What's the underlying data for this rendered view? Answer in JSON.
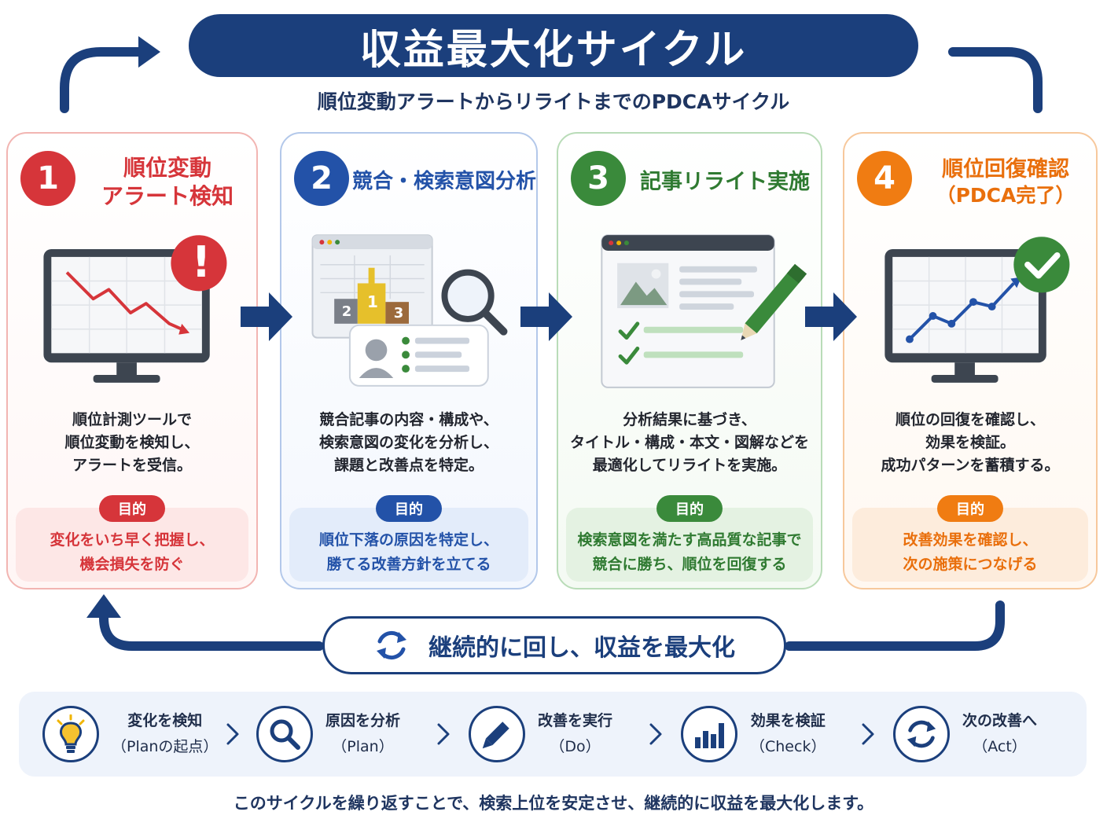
{
  "title": "収益最大化サイクル",
  "subtitle": "順位変動アラートからリライトまでのPDCAサイクル",
  "purpose_badge": "目的",
  "cards": [
    {
      "number": "1",
      "title": [
        "順位変動",
        "アラート検知"
      ],
      "icon": "alert-exclamation-icon",
      "description": [
        "順位計測ツールで",
        "順位変動を検知し、",
        "アラートを受信。"
      ],
      "purpose": [
        "変化をいち早く把握し、",
        "機会損失を防ぐ"
      ],
      "color": "#d6353a"
    },
    {
      "number": "2",
      "title": [
        "競合・検索意図分析"
      ],
      "icon": "magnifier-icon",
      "description": [
        "競合記事の内容・構成や、",
        "検索意図の変化を分析し、",
        "課題と改善点を特定。"
      ],
      "purpose": [
        "順位下落の原因を特定し、",
        "勝てる改善方針を立てる"
      ],
      "color": "#2352a8",
      "podium": [
        "1",
        "2",
        "3"
      ]
    },
    {
      "number": "3",
      "title": [
        "記事リライト実施"
      ],
      "icon": "pencil-icon",
      "description": [
        "分析結果に基づき、",
        "タイトル・構成・本文・図解などを",
        "最適化してリライトを実施。"
      ],
      "purpose": [
        "検索意図を満たす高品質な記事で",
        "競合に勝ち、順位を回復する"
      ],
      "color": "#3a8a3b"
    },
    {
      "number": "4",
      "title": [
        "順位回復確認",
        "（PDCA完了）"
      ],
      "icon": "check-circle-icon",
      "description": [
        "順位の回復を確認し、",
        "効果を検証。",
        "成功パターンを蓄積する。"
      ],
      "purpose": [
        "改善効果を確認し、",
        "次の施策につなげる"
      ],
      "color": "#f07c12"
    }
  ],
  "loop_label": "継続的に回し、収益を最大化",
  "steps": [
    {
      "label": "変化を検知",
      "sub": "（Planの起点）",
      "icon": "lightbulb-icon"
    },
    {
      "label": "原因を分析",
      "sub": "（Plan）",
      "icon": "search-icon"
    },
    {
      "label": "改善を実行",
      "sub": "（Do）",
      "icon": "pencil-icon"
    },
    {
      "label": "効果を検証",
      "sub": "（Check）",
      "icon": "bar-chart-icon"
    },
    {
      "label": "次の改善へ",
      "sub": "（Act）",
      "icon": "refresh-icon"
    }
  ],
  "footer": "このサイクルを繰り返すことで、検索上位を安定させ、継続的に収益を最大化します。",
  "colors": {
    "navy": "#1b3f7c",
    "red": "#d6353a",
    "blue": "#2352a8",
    "green": "#3a8a3b",
    "orange": "#f07c12"
  }
}
